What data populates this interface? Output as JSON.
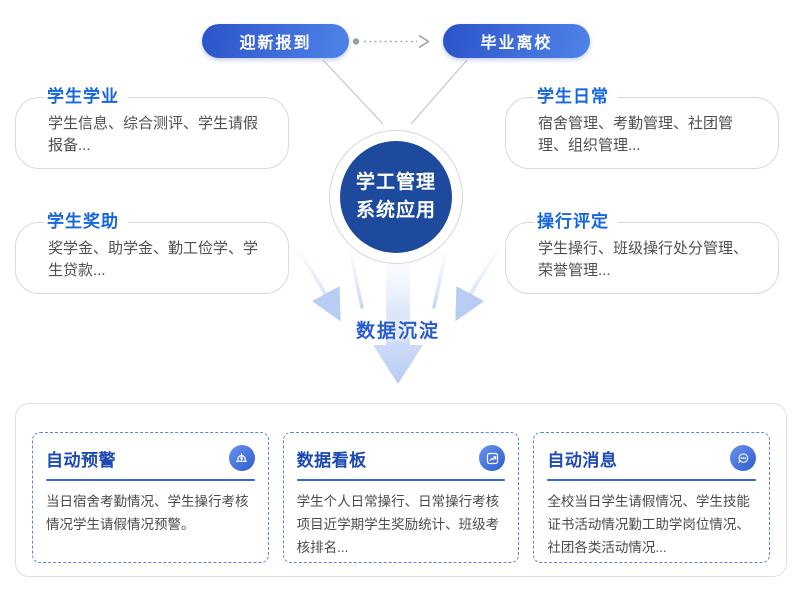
{
  "flow": {
    "pill_left": "迎新报到",
    "pill_right": "毕业离校",
    "center_line1": "学工管理",
    "center_line2": "系统应用",
    "funnel_label": "数据沉淀"
  },
  "modules": [
    {
      "title": "学生学业",
      "desc": "学生信息、综合测评、学生请假报备..."
    },
    {
      "title": "学生日常",
      "desc": "宿舍管理、考勤管理、社团管理、组织管理..."
    },
    {
      "title": "学生奖助",
      "desc": "奖学金、助学金、勤工俭学、学生贷款..."
    },
    {
      "title": "操行评定",
      "desc": "学生操行、班级操行处分管理、荣誉管理..."
    }
  ],
  "cards": [
    {
      "title": "自动预警",
      "icon": "alarm-icon",
      "desc": "当日宿舍考勤情况、学生操行考核情况学生请假情况预警。"
    },
    {
      "title": "数据看板",
      "icon": "chart-icon",
      "desc": "学生个人日常操行、日常操行考核项目近学期学生奖励统计、班级考核排名..."
    },
    {
      "title": "自动消息",
      "icon": "message-icon",
      "desc": "全校当日学生请假情况、学生技能证书活动情况勤工助学岗位情况、社团各类活动情况..."
    }
  ],
  "colors": {
    "primary_circle_blue": "#1e4a9e",
    "module_title_blue": "#1567dd",
    "card_title_blue": "#1d49b5",
    "pill_gradient_start": "#2b53c9",
    "pill_gradient_end": "#4f83e8",
    "dashed_border_blue": "#5a83e2",
    "funnel_arrow_blue": "#b9ccf3",
    "funnel_label_blue": "#2a5ccf",
    "connector_gray": "#c6c6c6"
  }
}
